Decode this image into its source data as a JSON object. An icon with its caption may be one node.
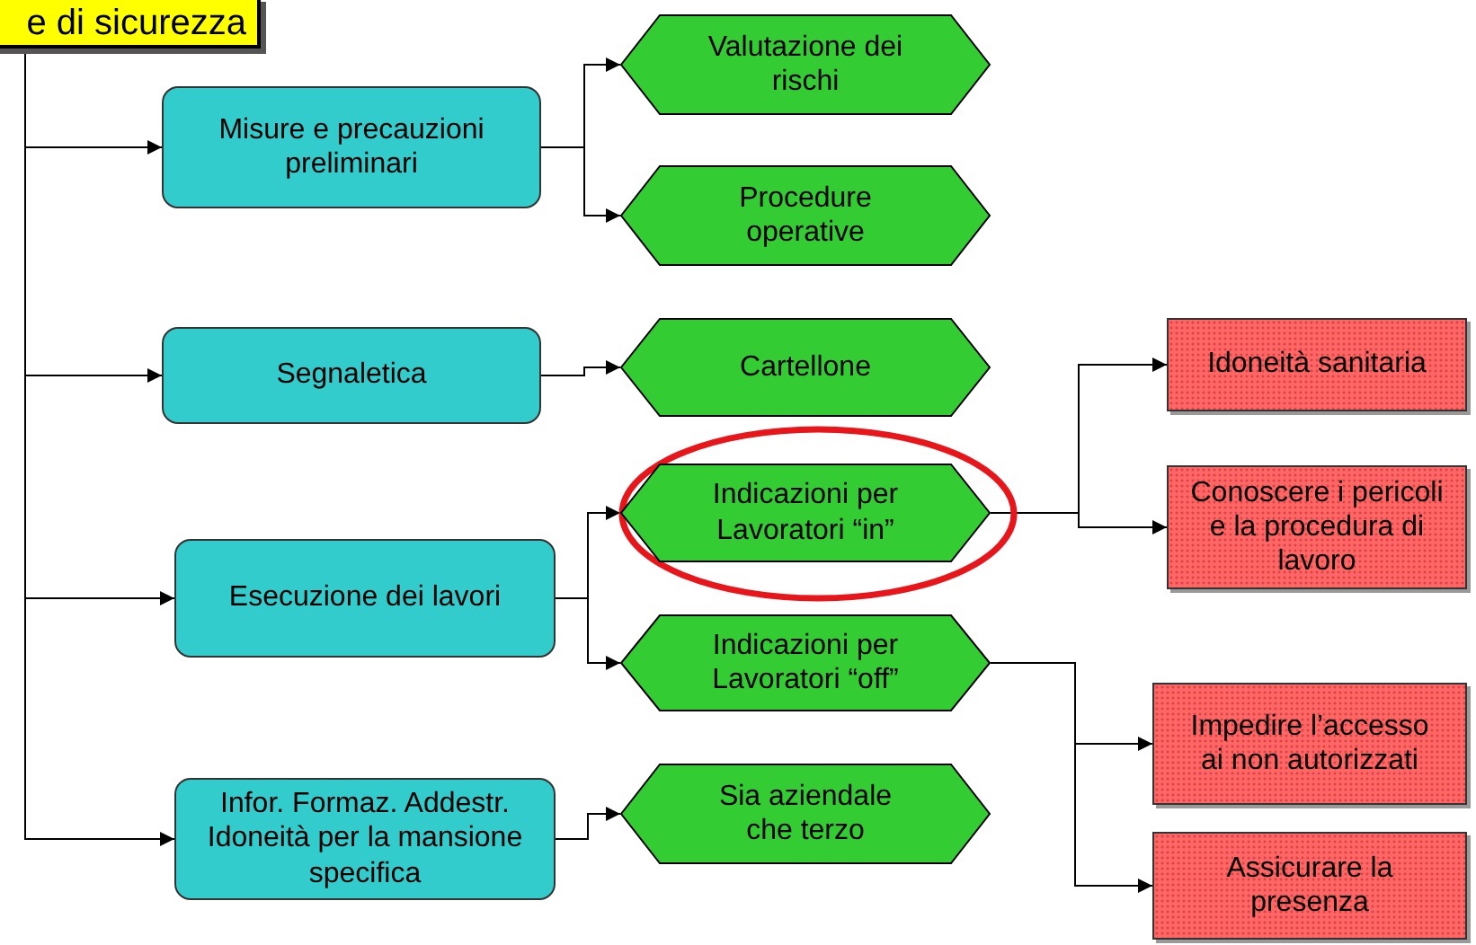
{
  "diagram": {
    "nodes": [
      {
        "text": [
          "e di sicurezza"
        ]
      },
      {
        "text": [
          "Misure e precauzioni preliminari"
        ]
      },
      {
        "text": [
          "Valutazione dei rischi"
        ]
      },
      {
        "text": [
          "Procedure operative"
        ]
      },
      {
        "text": [
          "Segnaletica"
        ]
      },
      {
        "text": [
          "Cartellone"
        ]
      },
      {
        "text": [
          "Esecuzione dei lavori"
        ]
      },
      {
        "text": [
          "Indicazioni per Lavoratori “in”"
        ]
      },
      {
        "text": [
          "Indicazioni per Lavoratori “off”"
        ]
      },
      {
        "text": [
          "Infor. Formaz. Addestr. Idoneità per la mansione specifica"
        ]
      },
      {
        "text": [
          "Sia aziendale che terzo"
        ]
      },
      {
        "text": [
          "Idoneità sanitaria"
        ]
      },
      {
        "text": [
          "Conoscere i pericoli e la procedura di lavoro"
        ]
      },
      {
        "text": [
          "Impedire l’accesso ai non autorizzati"
        ]
      },
      {
        "text": [
          "Assicurare la presenza"
        ]
      }
    ],
    "edges": [
      {
        "from": 0,
        "to": 1,
        "arrow": "to"
      },
      {
        "from": 0,
        "to": 4,
        "arrow": "to"
      },
      {
        "from": 0,
        "to": 6,
        "arrow": "to"
      },
      {
        "from": 0,
        "to": 9,
        "arrow": "to"
      },
      {
        "from": 1,
        "to": 2,
        "arrow": "to"
      },
      {
        "from": 1,
        "to": 3,
        "arrow": "to"
      },
      {
        "from": 4,
        "to": 5,
        "arrow": "to"
      },
      {
        "from": 6,
        "to": 7,
        "arrow": "to"
      },
      {
        "from": 6,
        "to": 8,
        "arrow": "to"
      },
      {
        "from": 9,
        "to": 10,
        "arrow": "to"
      },
      {
        "from": 7,
        "to": 11,
        "arrow": "to"
      },
      {
        "from": 7,
        "to": 12,
        "arrow": "to"
      },
      {
        "from": 8,
        "to": 13,
        "arrow": "to"
      },
      {
        "from": 8,
        "to": 14,
        "arrow": "to"
      }
    ]
  }
}
